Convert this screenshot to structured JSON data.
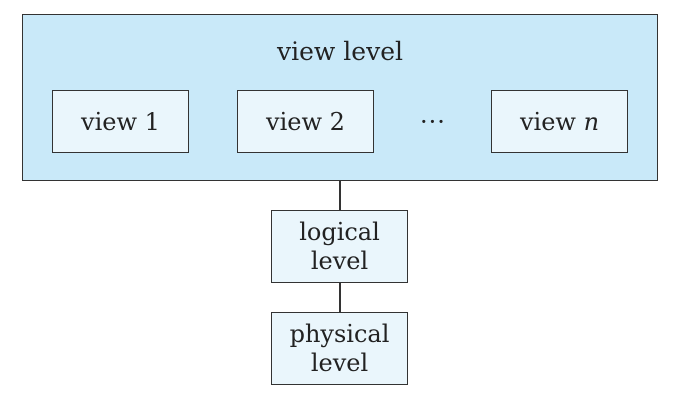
{
  "view_level": {
    "title": "view level",
    "views": [
      {
        "prefix": "view",
        "suffix": "1"
      },
      {
        "prefix": "view",
        "suffix": "2"
      },
      {
        "prefix": "view",
        "suffix": "n"
      }
    ],
    "ellipsis": "···"
  },
  "logical_level": {
    "line1": "logical",
    "line2": "level"
  },
  "physical_level": {
    "line1": "physical",
    "line2": "level"
  },
  "colors": {
    "outer_fill": "#c9e9f9",
    "inner_fill": "#eaf6fc",
    "border": "#333333"
  }
}
